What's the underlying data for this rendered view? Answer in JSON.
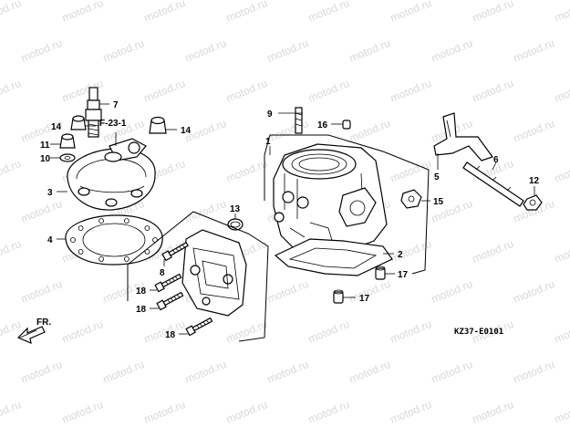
{
  "watermark": "motod.ru",
  "diagram_code": "KZ37-E0101",
  "ref_label": "F-23-1",
  "direction_label": "FR.",
  "callouts": [
    "1",
    "2",
    "3",
    "4",
    "5",
    "6",
    "7",
    "8",
    "9",
    "10",
    "11",
    "12",
    "13",
    "14",
    "14",
    "15",
    "16",
    "17",
    "17",
    "18",
    "18",
    "18"
  ]
}
